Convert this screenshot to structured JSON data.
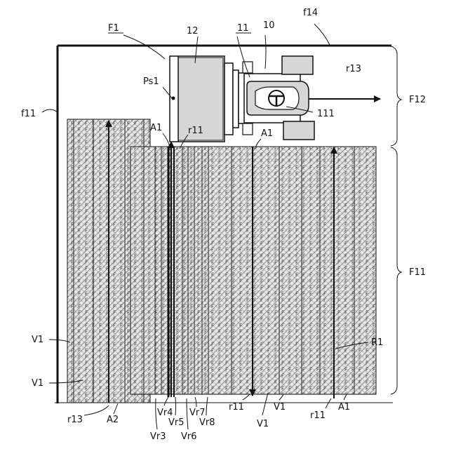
{
  "labels": {
    "F1": "F1",
    "n12": "12",
    "n11": "11",
    "n10": "10",
    "f14": "f14",
    "Ps1": "Ps1",
    "r13_top": "r13",
    "F12": "F12",
    "n111": "111",
    "f11": "f11",
    "A1_a": "A1",
    "r11_a": "r11",
    "A1_b": "A1",
    "F11": "F11",
    "R1": "R1",
    "V1_a": "V1",
    "V1_b": "V1",
    "r13_bottom": "r13",
    "A2": "A2",
    "Vr3": "Vr3",
    "Vr4": "Vr4",
    "Vr5": "Vr5",
    "Vr6": "Vr6",
    "Vr7": "Vr7",
    "Vr8": "Vr8",
    "r11_b": "r11",
    "V1_c": "V1",
    "V1_d": "V1",
    "r11_c": "r11",
    "A1_c": "A1"
  }
}
